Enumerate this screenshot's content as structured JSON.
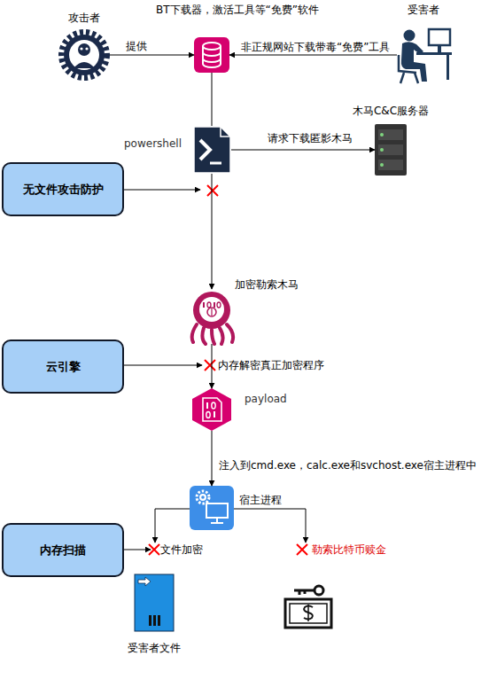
{
  "diagram": {
    "nodes": [
      {
        "text": [
          "攻击者"
        ]
      },
      {
        "text": [
          "BT下载器，激活工具等“免费”软件"
        ]
      },
      {
        "text": [
          "受害者"
        ]
      },
      {
        "text": [
          "木马C&C服务器"
        ]
      },
      {
        "text": [
          "powershell"
        ]
      },
      {
        "text": [
          "无文件攻击防护"
        ]
      },
      {
        "text": [
          "加密勒索木马"
        ]
      },
      {
        "text": [
          "云引擎"
        ]
      },
      {
        "text": [
          "payload"
        ]
      },
      {
        "text": [
          "宿主进程"
        ]
      },
      {
        "text": [
          "内存扫描"
        ]
      },
      {
        "text": [
          "受害者文件"
        ]
      }
    ],
    "edges": [
      {
        "from": 0,
        "to": 1,
        "label": "提供",
        "arrow": "to"
      },
      {
        "from": 2,
        "to": 1,
        "label": "非正规网站下载带毒“免费”工具",
        "arrow": "to"
      },
      {
        "from": 1,
        "to": 4,
        "arrow": "none"
      },
      {
        "from": 4,
        "to": 3,
        "label": "请求下载匿影木马",
        "arrow": "to"
      },
      {
        "from": 4,
        "to": 6,
        "arrow": "to"
      },
      {
        "from": 6,
        "to": 8,
        "arrow": "to"
      },
      {
        "from": 8,
        "to": 9,
        "label": "注入到cmd.exe，calc.exe和svchost.exe宿主进程中",
        "arrow": "to"
      }
    ],
    "labels": [
      "内存解密真正加密程序",
      "文件加密",
      "勒索比特币赎金"
    ]
  }
}
